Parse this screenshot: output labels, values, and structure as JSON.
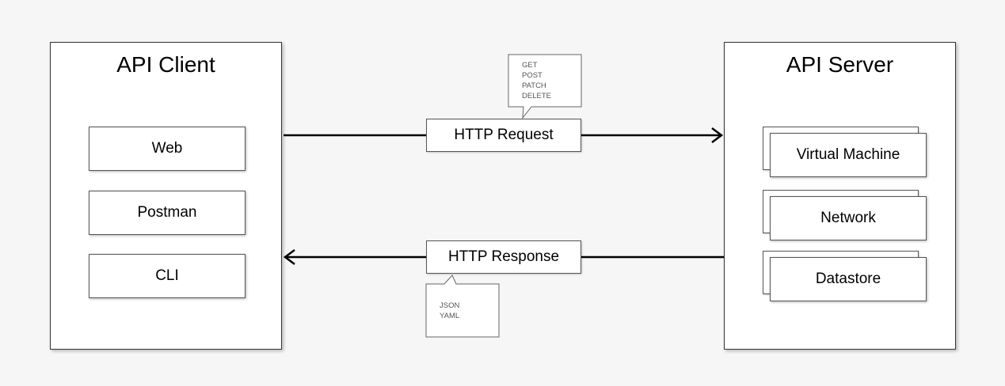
{
  "client": {
    "title": "API Client",
    "items": [
      "Web",
      "Postman",
      "CLI"
    ]
  },
  "server": {
    "title": "API Server",
    "items": [
      "Virtual Machine",
      "Network",
      "Datastore"
    ]
  },
  "request": {
    "label": "HTTP Request",
    "methods": "GET\nPOST\nPATCH\nDELETE"
  },
  "response": {
    "label": "HTTP Response",
    "formats": "JSON\nYAML"
  }
}
